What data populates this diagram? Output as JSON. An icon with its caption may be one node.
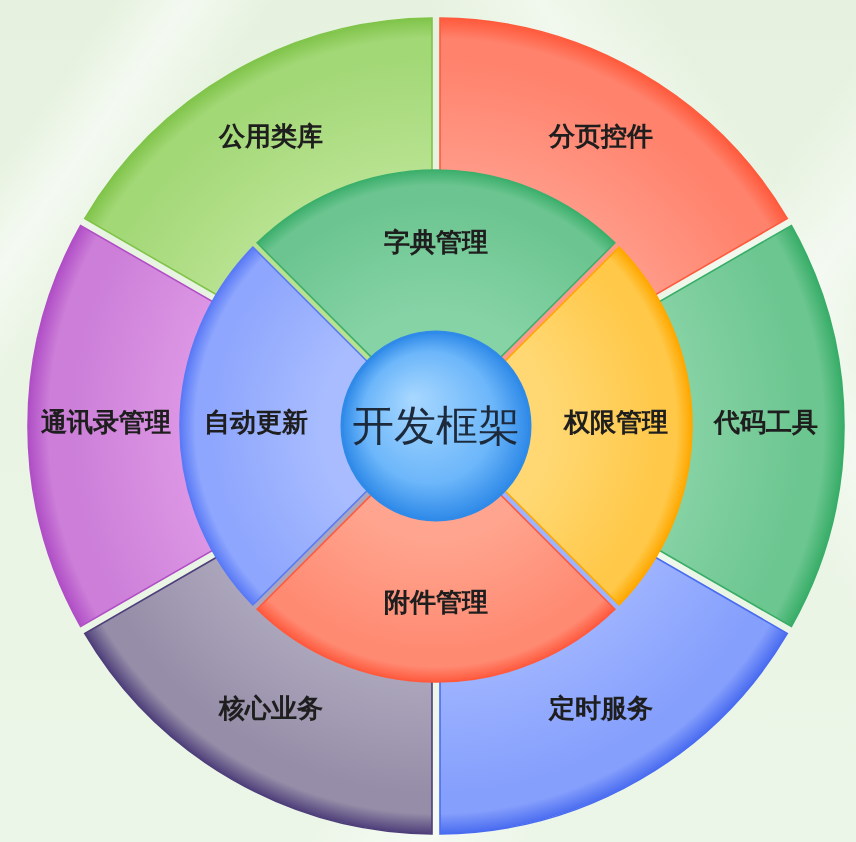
{
  "diagram": {
    "nodes": [
      {
        "text": [
          "公用类库"
        ]
      },
      {
        "text": [
          "分页控件"
        ]
      },
      {
        "text": [
          "字典管理"
        ]
      },
      {
        "text": [
          "通讯录管理"
        ]
      },
      {
        "text": [
          "自动更新"
        ]
      },
      {
        "text": [
          "开发框架"
        ]
      },
      {
        "text": [
          "权限管理"
        ]
      },
      {
        "text": [
          "代码工具"
        ]
      },
      {
        "text": [
          "附件管理"
        ]
      },
      {
        "text": [
          "核心业务"
        ]
      },
      {
        "text": [
          "定时服务"
        ]
      }
    ]
  }
}
